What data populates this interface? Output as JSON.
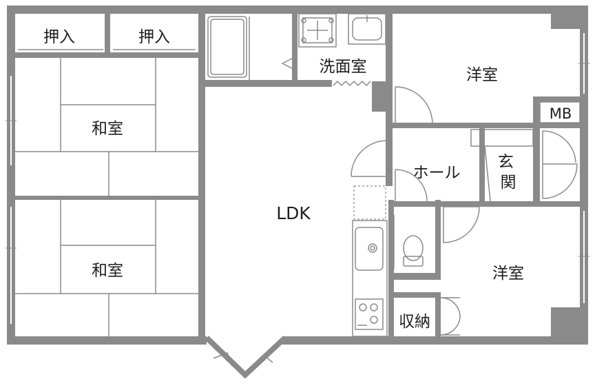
{
  "colors": {
    "wall": "#8a8a8a",
    "line": "#8a8a8a",
    "fill": "#ffffff",
    "text": "#1e1e1e"
  },
  "rooms": {
    "closet_1": "押入",
    "closet_2": "押入",
    "washroom": "洗面室",
    "western_top": "洋室",
    "mb": "MB",
    "japanese_top": "和室",
    "ldk": "LDK",
    "hall": "ホール",
    "entrance": "玄\n関",
    "japanese_bottom": "和室",
    "western_bottom": "洋室",
    "storage": "収納"
  },
  "fixtures": {
    "bathtub": "bathtub-icon",
    "washing_machine": "washing-machine-icon",
    "wash_basin": "sink-icon",
    "toilet": "toilet-icon",
    "kitchen_sink": "kitchen-sink-icon",
    "stove": "stove-icon"
  }
}
